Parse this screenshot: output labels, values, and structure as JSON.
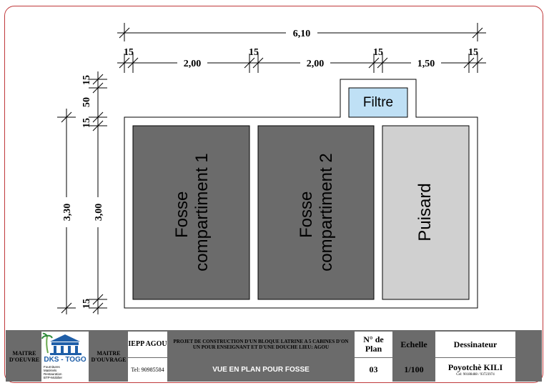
{
  "dimensions": {
    "total_width": "6,10",
    "wall_top_1": "15",
    "wall_top_2": "15",
    "wall_top_3": "15",
    "wall_top_4": "15",
    "span_1": "2,00",
    "span_2": "2,00",
    "span_3": "1,50",
    "left_15_top": "15",
    "left_50": "50",
    "left_15_mid": "15",
    "left_15_bottom": "15",
    "total_height": "3,30",
    "inner_height": "3,00"
  },
  "rooms": {
    "fosse1_line1": "Fosse",
    "fosse1_line2": "compartiment 1",
    "fosse2_line1": "Fosse",
    "fosse2_line2": "compartiment 2",
    "puisard": "Puisard",
    "filtre": "Filtre"
  },
  "colors": {
    "fosse_fill": "#6b6b6b",
    "puisard_fill": "#d0d0d0",
    "filtre_fill": "#bfe0f5",
    "frame_border": "#c0393b"
  },
  "titleblock": {
    "maitre_oeuvre": "MAITRE D'OEUVRE",
    "logo_name": "DKS - TOGO",
    "logo_items": [
      "Fournitures",
      "Matériels",
      "Restauration",
      "BTP-Mobilier"
    ],
    "maitre_ouvrage": "MAITRE D'OUVRAGE",
    "client": "IEPP AGOU",
    "client_tel": "Tel: 90985584",
    "project": "PROJET DE CONSTRUCTION D'UN BLOQUE LATRINE A 5 CABINES D'ON UN POUR ENSEIGNANT ET D'UNE DOUCHE LIEU: AGOU",
    "drawing_title": "VUE EN PLAN POUR FOSSE",
    "plan_no_label": "N° de Plan",
    "plan_no": "03",
    "scale_label": "Echelle",
    "scale": "1/100",
    "designer_label": "Dessinateur",
    "designer_name": "Poyotchè KILI",
    "designer_tel": "Cel: 90188488 / 93723974"
  }
}
